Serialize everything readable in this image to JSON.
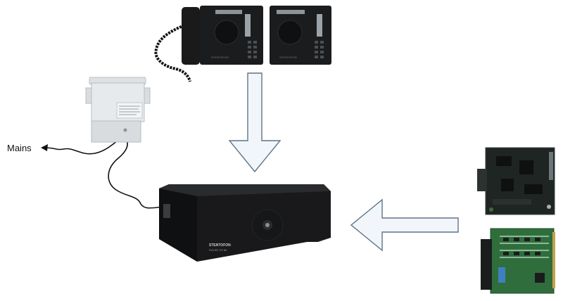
{
  "diagram": {
    "mains_label": "Mains",
    "device_text": {
      "brand": "STENTOFON",
      "model": "PULSE CS 80",
      "phone_brand": "STENTOFON"
    },
    "colors": {
      "arrow_fill": "#f2f6fb",
      "arrow_stroke": "#5e7489",
      "green_board": "#2f6e3c",
      "black_board": "#1f2523",
      "device_body": "#1c1d1f",
      "phone_body": "#1a1a1a",
      "psu_body": "#e4e7ea"
    }
  }
}
